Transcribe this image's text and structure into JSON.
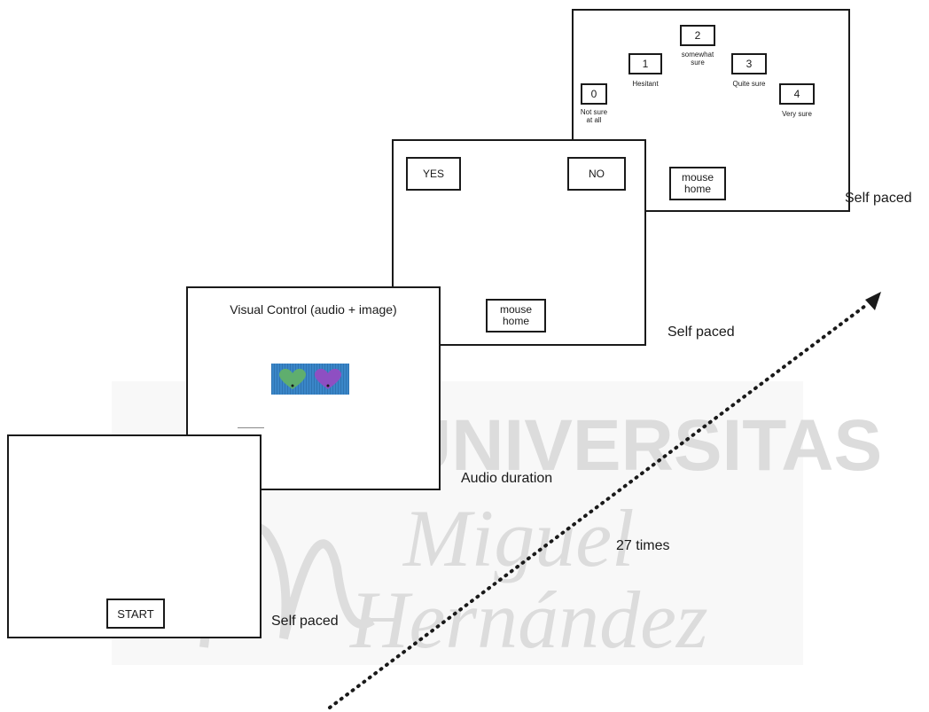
{
  "watermark": {
    "line1": "UNIVERSITAS",
    "line2": "Miguel",
    "line3": "Hernández",
    "color": "#d9d9d9"
  },
  "start_screen": {
    "button_label": "START",
    "timing": "Self paced"
  },
  "stimulus_screen": {
    "title": "Visual Control (audio + image)",
    "timing": "Audio duration"
  },
  "response_screen": {
    "yes_label": "YES",
    "no_label": "NO",
    "mouse_home_label": "mouse\nhome",
    "timing": "Self paced"
  },
  "confidence_screen": {
    "scale": [
      {
        "value": "0",
        "label": "Not sure\nat all"
      },
      {
        "value": "1",
        "label": "Hesitant"
      },
      {
        "value": "2",
        "label": "somewhat\nsure"
      },
      {
        "value": "3",
        "label": "Quite sure"
      },
      {
        "value": "4",
        "label": "Very sure"
      }
    ],
    "mouse_home_label": "mouse\nhome",
    "timing": "Self paced"
  },
  "repeat_label": "27 times",
  "colors": {
    "stroke": "#1a1a1a",
    "image_bg": "#3a86c8",
    "heart_green": "#5fae6e",
    "heart_purple": "#8e4fc2"
  }
}
